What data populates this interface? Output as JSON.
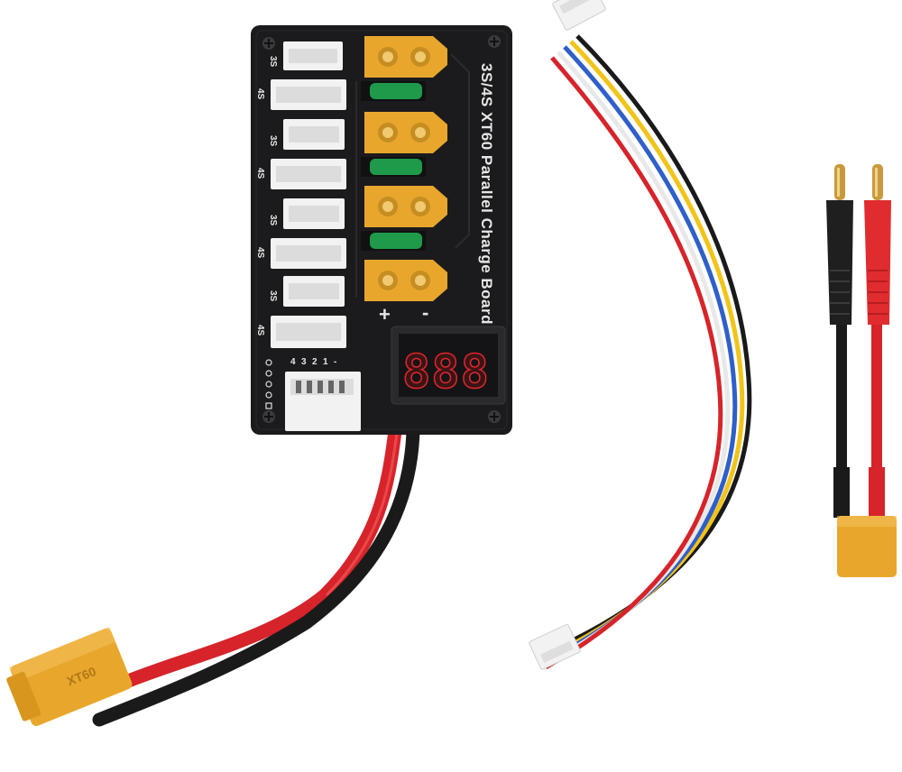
{
  "board": {
    "title": "3S/4S XT60 Parallel Charge Board",
    "balance_port_labels": [
      "3S",
      "4S",
      "3S",
      "4S",
      "3S",
      "4S",
      "3S",
      "4S"
    ],
    "plus_sign": "+",
    "minus_sign": "-",
    "pin_numbers": [
      "4",
      "3",
      "2",
      "1"
    ],
    "pin_dash": "-",
    "display_digits": "888"
  },
  "connector_marking": "XT60",
  "colors": {
    "board": "#1b1b1d",
    "xt60_body": "#e8a72c",
    "fuse": "#1e9a4a",
    "balance_plug": "#f2f2f2",
    "display_segment": "#e0262b",
    "wire_red": "#d6242a",
    "wire_black": "#1a1a1a",
    "wire_yellow": "#f2c419",
    "wire_blue": "#2f5fc9",
    "wire_white": "#f5f5f5",
    "banana_red": "#e02c2f",
    "banana_black": "#1f1f1f",
    "gold_pin": "#c99a3d"
  }
}
